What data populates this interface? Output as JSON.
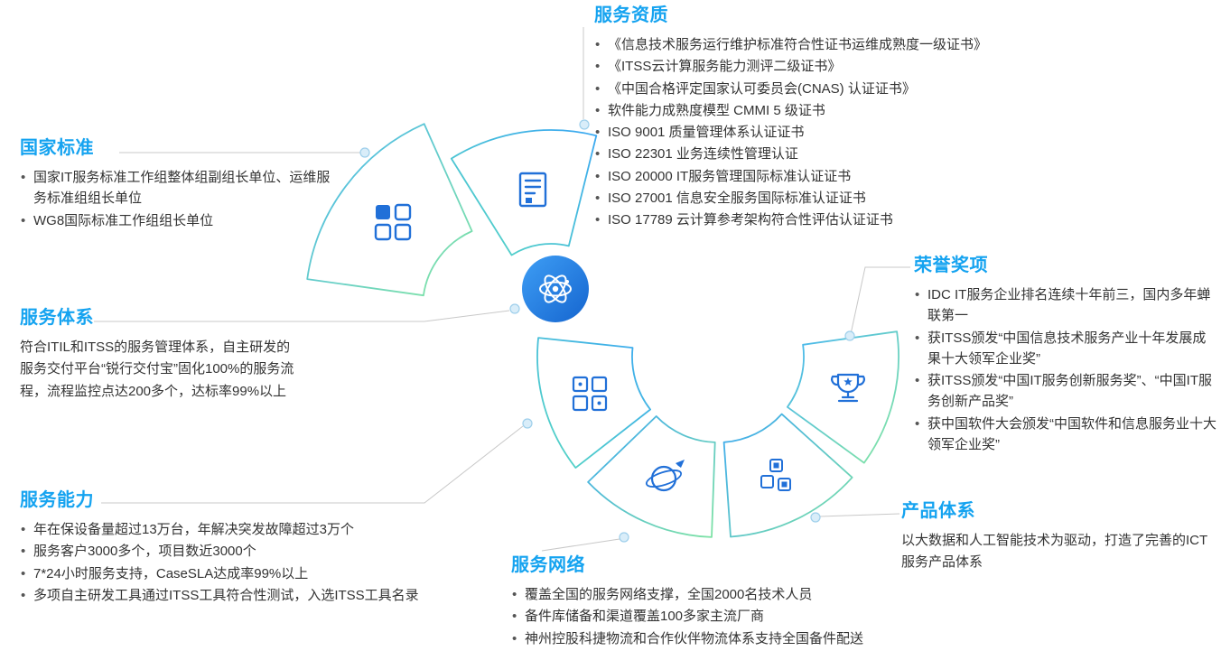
{
  "colors": {
    "accent": "#15a3f0",
    "icon_blue": "#2170d8",
    "wedge_gradient_blue": "#45b4f3",
    "wedge_gradient_green": "#86e7a0",
    "hub_fill_start": "#3e9ef5",
    "hub_fill_end": "#1565cf",
    "connector_line": "#c8c8c8",
    "body_text": "#333333"
  },
  "sections": {
    "national_standards": {
      "title": "国家标准",
      "items": [
        "国家IT服务标准工作组整体组副组长单位、运维服务标准组组长单位",
        "WG8国际标准工作组组长单位"
      ]
    },
    "service_qualifications": {
      "title": "服务资质",
      "items": [
        "《信息技术服务运行维护标准符合性证书运维成熟度一级证书》",
        "《ITSS云计算服务能力测评二级证书》",
        "《中国合格评定国家认可委员会(CNAS) 认证证书》",
        "软件能力成熟度模型 CMMI 5 级证书",
        "ISO 9001 质量管理体系认证证书",
        "ISO 22301 业务连续性管理认证",
        "ISO 20000 IT服务管理国际标准认证证书",
        "ISO 27001 信息安全服务国际标准认证证书",
        "ISO 17789 云计算参考架构符合性评估认证证书"
      ]
    },
    "service_system": {
      "title": "服务体系",
      "body": "符合ITIL和ITSS的服务管理体系，自主研发的服务交付平台“锐行交付宝”固化100%的服务流程，流程监控点达200多个，达标率99%以上"
    },
    "service_capability": {
      "title": "服务能力",
      "items": [
        "年在保设备量超过13万台，年解决突发故障超过3万个",
        "服务客户3000多个，项目数近3000个",
        "7*24小时服务支持，CaseSLA达成率99%以上",
        "多项自主研发工具通过ITSS工具符合性测试，入选ITSS工具名录"
      ]
    },
    "service_network": {
      "title": "服务网络",
      "items": [
        "覆盖全国的服务网络支撑，全国2000名技术人员",
        "备件库储备和渠道覆盖100多家主流厂商",
        "神州控股科捷物流和合作伙伴物流体系支持全国备件配送"
      ]
    },
    "honors_awards": {
      "title": "荣誉奖项",
      "items": [
        "IDC IT服务企业排名连续十年前三，国内多年蝉联第一",
        "获ITSS颁发“中国信息技术服务产业十年发展成果十大领军企业奖”",
        "获ITSS颁发“中国IT服务创新服务奖”、“中国IT服务创新产品奖”",
        "获中国软件大会颁发“中国软件和信息服务业十大领军企业奖”"
      ]
    },
    "product_system": {
      "title": "产品体系",
      "body": "以大数据和人工智能技术为驱动，打造了完善的ICT服务产品体系"
    }
  },
  "diagram": {
    "hub": {
      "icon": "atom-icon",
      "section": "service_system"
    },
    "segments": [
      {
        "icon": "dashboard-icon",
        "section": "national_standards"
      },
      {
        "icon": "document-icon",
        "section": "service_qualifications"
      },
      {
        "icon": "apps-grid-icon",
        "section": "service_capability"
      },
      {
        "icon": "globe-network-icon",
        "section": "service_network"
      },
      {
        "icon": "cubes-icon",
        "section": "product_system"
      },
      {
        "icon": "trophy-icon",
        "section": "honors_awards"
      }
    ]
  }
}
